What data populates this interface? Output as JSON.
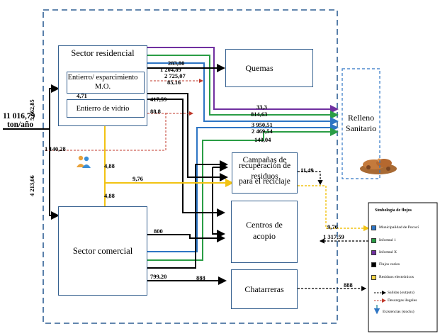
{
  "input": {
    "value": "11 016,79",
    "unit": "ton/año"
  },
  "nodes": {
    "residencial": "Sector residencial",
    "entierro_mo_line1": "Entierro/ esparcimiento",
    "entierro_mo_line2": "M.O.",
    "entierro_vidrio": "Entierro de vidrio",
    "quemas": "Quemas",
    "relleno_line1": "Relleno",
    "relleno_line2": "Sanitario",
    "campanas_line1": "Campañas de",
    "campanas_line2": "recuperación de residuos",
    "campanas_line3": "para el reciclaje",
    "centros_line1": "Centros de",
    "centros_line2": "acopio",
    "comercial": "Sector comercial",
    "chatarreras": "Chatarreras"
  },
  "flows": {
    "res_quemas": "283,80",
    "res_mo": "1 204,89",
    "res_relleno_blue1": "2 725,07",
    "res_illegal": "85,16",
    "vidrio": "4,71",
    "res_acopio": "417,59",
    "res_campanas": "88,8",
    "purple": "33,3",
    "green1": "814,63",
    "blue1": "3 950,51",
    "blue2": "2 469,54",
    "green2": "140,04",
    "in_res": "5 662,85",
    "in_com": "4 213,66",
    "com_illegal": "1 140,28",
    "yellow_res": "4,88",
    "yellow_com": "4,88",
    "yellow_camp": "9,76",
    "yellow_out": "9,76",
    "camp_out": "11,49",
    "com_acopio": "800",
    "acopio_in": "1 317,59",
    "com_black": "799,20",
    "com_chat": "888",
    "chat_out": "888"
  },
  "legend": {
    "title": "Simbología de flujos",
    "items": [
      {
        "label": "Municipalidad de Pococí",
        "color": "#2e75c4",
        "kind": "swatch"
      },
      {
        "label": "Informal 1",
        "color": "#2a9d45",
        "kind": "swatch"
      },
      {
        "label": "Informal X",
        "color": "#7030a0",
        "kind": "swatch"
      },
      {
        "label": "Flujos varios",
        "color": "#000000",
        "kind": "swatch"
      },
      {
        "label": "Residuos electrónicos",
        "color": "#f5d547",
        "kind": "swatch"
      },
      {
        "label": "Salidas (outputs)",
        "color": "#000000",
        "kind": "dashed"
      },
      {
        "label": "Descargas ilegales",
        "color": "#c0392b",
        "kind": "dashed"
      },
      {
        "label": "Existencias (stocks)",
        "color": "#2f8fa6",
        "kind": "downarrow"
      }
    ]
  },
  "colors": {
    "municipal": "#2e75c4",
    "informal1": "#2a9d45",
    "informalX": "#7030a0",
    "varios": "#000000",
    "electronicos": "#f2c313",
    "ilegal": "#c0392b",
    "box_border": "#35608f",
    "stock_arrow": "#2f8fa6",
    "fire": "#e8471b"
  }
}
